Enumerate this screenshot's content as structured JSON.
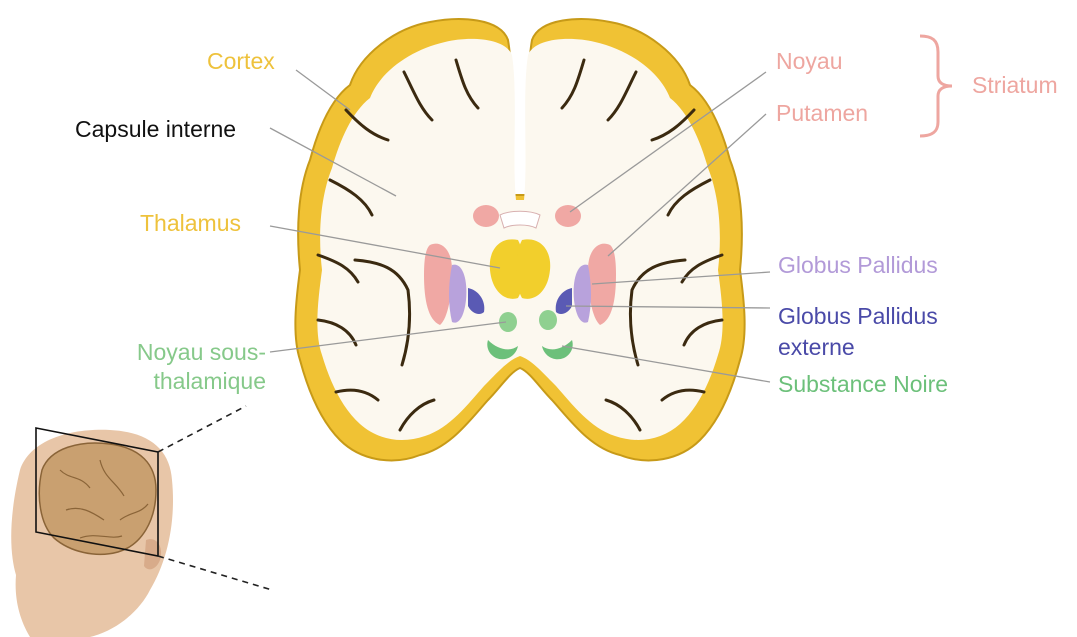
{
  "labels": {
    "cortex": "Cortex",
    "capsule_interne": "Capsule interne",
    "thalamus": "Thalamus",
    "noyau_sous_thalamique_line1": "Noyau sous-",
    "noyau_sous_thalamique_line2": "thalamique",
    "noyau": "Noyau",
    "putamen": "Putamen",
    "striatum": "Striatum",
    "globus_pallidus_interne": "Globus Pallidus",
    "globus_pallidus_externe_line1": "Globus Pallidus",
    "globus_pallidus_externe_line2": "externe",
    "substance_noire": "Substance Noire"
  },
  "colors": {
    "cortex": "#eec23c",
    "white_matter": "#fbf7ef",
    "striatum": "#f0a8a4",
    "globus_pallidus_interne": "#b8a2dc",
    "globus_pallidus_externe": "#5a5ab4",
    "thalamus": "#f2cf2c",
    "noyau_sous_thalamique": "#8fd090",
    "substance_noire": "#6cc07a",
    "leader_line": "#9a9a9a"
  }
}
